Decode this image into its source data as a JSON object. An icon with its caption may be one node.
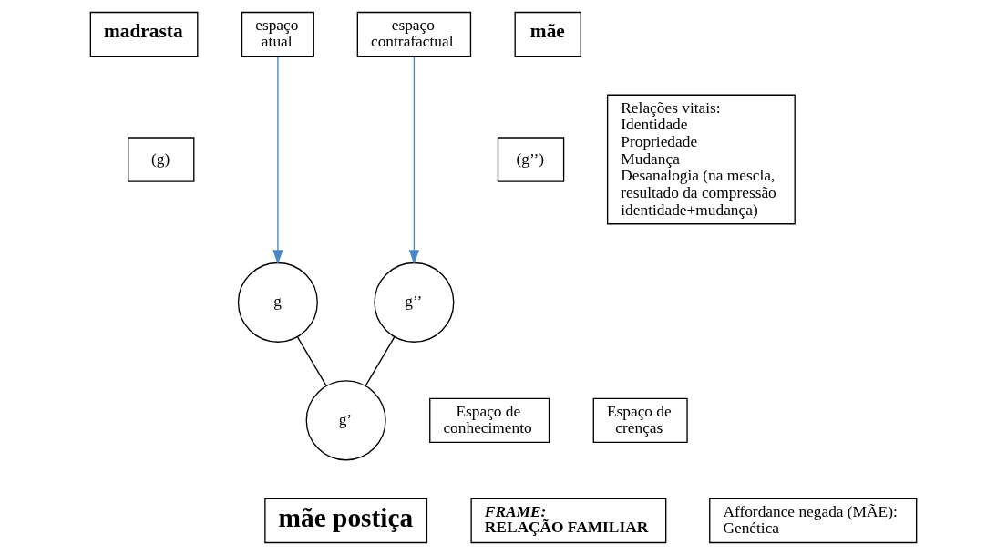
{
  "diagram": {
    "nodes": [
      {
        "text": [
          "madrasta"
        ]
      },
      {
        "text": [
          "mãe"
        ]
      },
      {
        "text": [
          "espaço atual"
        ]
      },
      {
        "text": [
          "espaço contrafactual"
        ]
      },
      {
        "text": [
          "(g)"
        ]
      },
      {
        "text": [
          "(g’’)"
        ]
      },
      {
        "text": [
          "g"
        ]
      },
      {
        "text": [
          "g’’"
        ]
      },
      {
        "text": [
          "Relações vitais:",
          "Identidade",
          "Propriedade",
          "Mudança",
          "Desanalogia (na mescla, resultado da compressão identidade+mudança)"
        ]
      },
      {
        "text": [
          "Espaço de conhecimento"
        ]
      },
      {
        "text": [
          "Espaço de crenças"
        ]
      },
      {
        "text": [
          "g’"
        ]
      },
      {
        "text": [
          "FRAME:",
          "RELAÇÃO FAMILIAR"
        ]
      },
      {
        "text": [
          "mãe postiça"
        ]
      },
      {
        "text": [
          "Affordance negada (MÃE):",
          "Genética"
        ]
      }
    ],
    "edges": [
      {
        "from": 2,
        "to": 6,
        "arrow": "to",
        "color": "#4a86c8"
      },
      {
        "from": 3,
        "to": 7,
        "arrow": "to",
        "color": "#4a86c8"
      },
      {
        "from": 6,
        "to": 11,
        "arrow": "none",
        "color": "#000000"
      },
      {
        "from": 7,
        "to": 11,
        "arrow": "none",
        "color": "#000000"
      }
    ]
  }
}
